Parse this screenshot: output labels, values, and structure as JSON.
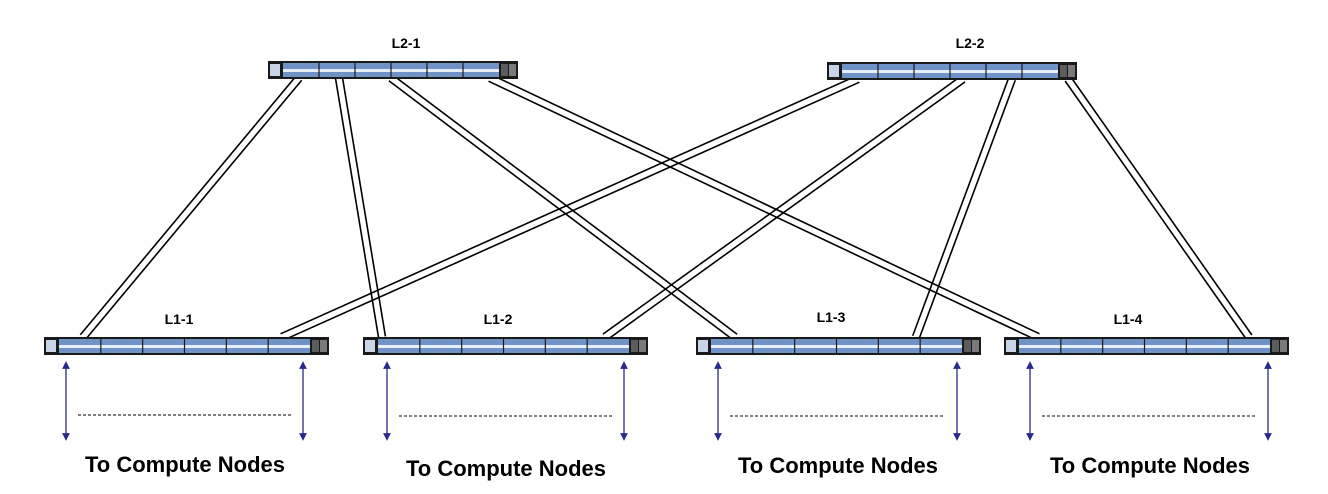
{
  "spine_switches": [
    {
      "id": "L2-1",
      "label": "L2-1"
    },
    {
      "id": "L2-2",
      "label": "L2-2"
    }
  ],
  "leaf_switches": [
    {
      "id": "L1-1",
      "label": "L1-1",
      "downlink_label": "To Compute Nodes"
    },
    {
      "id": "L1-2",
      "label": "L1-2",
      "downlink_label": "To Compute Nodes"
    },
    {
      "id": "L1-3",
      "label": "L1-3",
      "downlink_label": "To Compute Nodes"
    },
    {
      "id": "L1-4",
      "label": "L1-4",
      "downlink_label": "To Compute Nodes"
    }
  ],
  "links": [
    {
      "from": "L2-1",
      "to": "L1-1"
    },
    {
      "from": "L2-1",
      "to": "L1-2"
    },
    {
      "from": "L2-1",
      "to": "L1-3"
    },
    {
      "from": "L2-1",
      "to": "L1-4"
    },
    {
      "from": "L2-2",
      "to": "L1-1"
    },
    {
      "from": "L2-2",
      "to": "L1-2"
    },
    {
      "from": "L2-2",
      "to": "L1-3"
    },
    {
      "from": "L2-2",
      "to": "L1-4"
    }
  ],
  "colors": {
    "switch_chassis": "#1a1a1a",
    "switch_ports": "#6f93c7",
    "arrow": "#2a2a8c",
    "link": "#000000"
  }
}
